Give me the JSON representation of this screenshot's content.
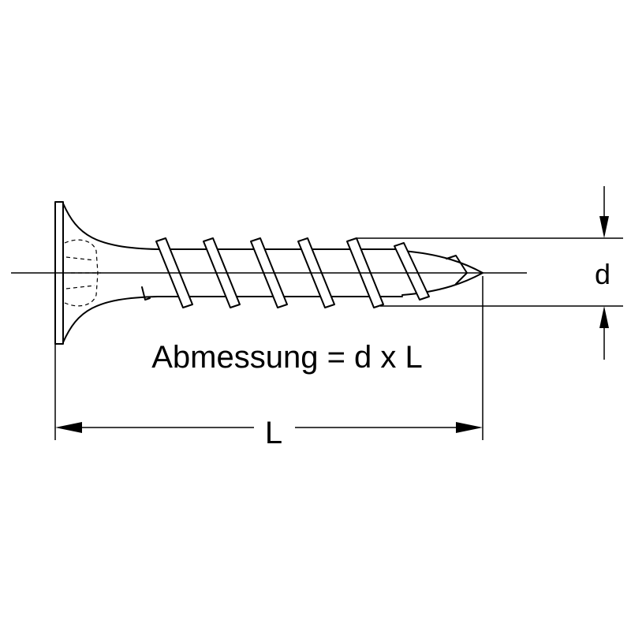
{
  "diagram": {
    "caption": "Abmessung = d x L",
    "length_label": "L",
    "diameter_label": "d",
    "line_color": "#000000",
    "background_color": "#ffffff"
  }
}
